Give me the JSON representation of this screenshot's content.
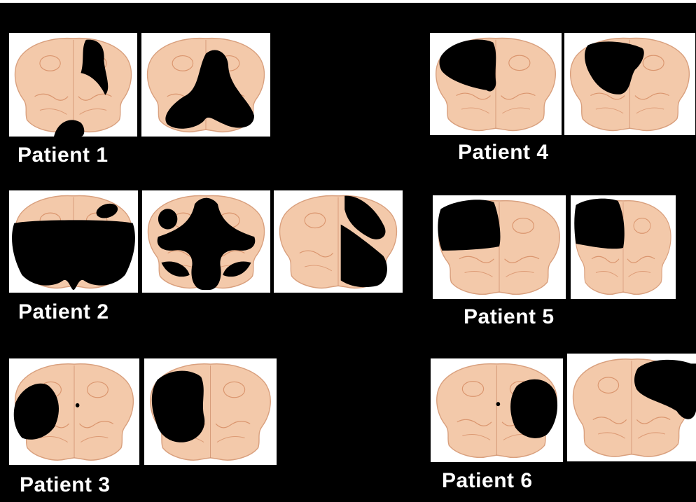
{
  "patients": [
    {
      "label": "Patient 1"
    },
    {
      "label": "Patient 2"
    },
    {
      "label": "Patient 3"
    },
    {
      "label": "Patient 4"
    },
    {
      "label": "Patient 5"
    },
    {
      "label": "Patient 6"
    }
  ],
  "colors": {
    "background": "#000000",
    "tissue": "#f3c9aa",
    "tissue_edge": "#d38e6a",
    "lesion": "#000000",
    "label": "#ffffff"
  }
}
